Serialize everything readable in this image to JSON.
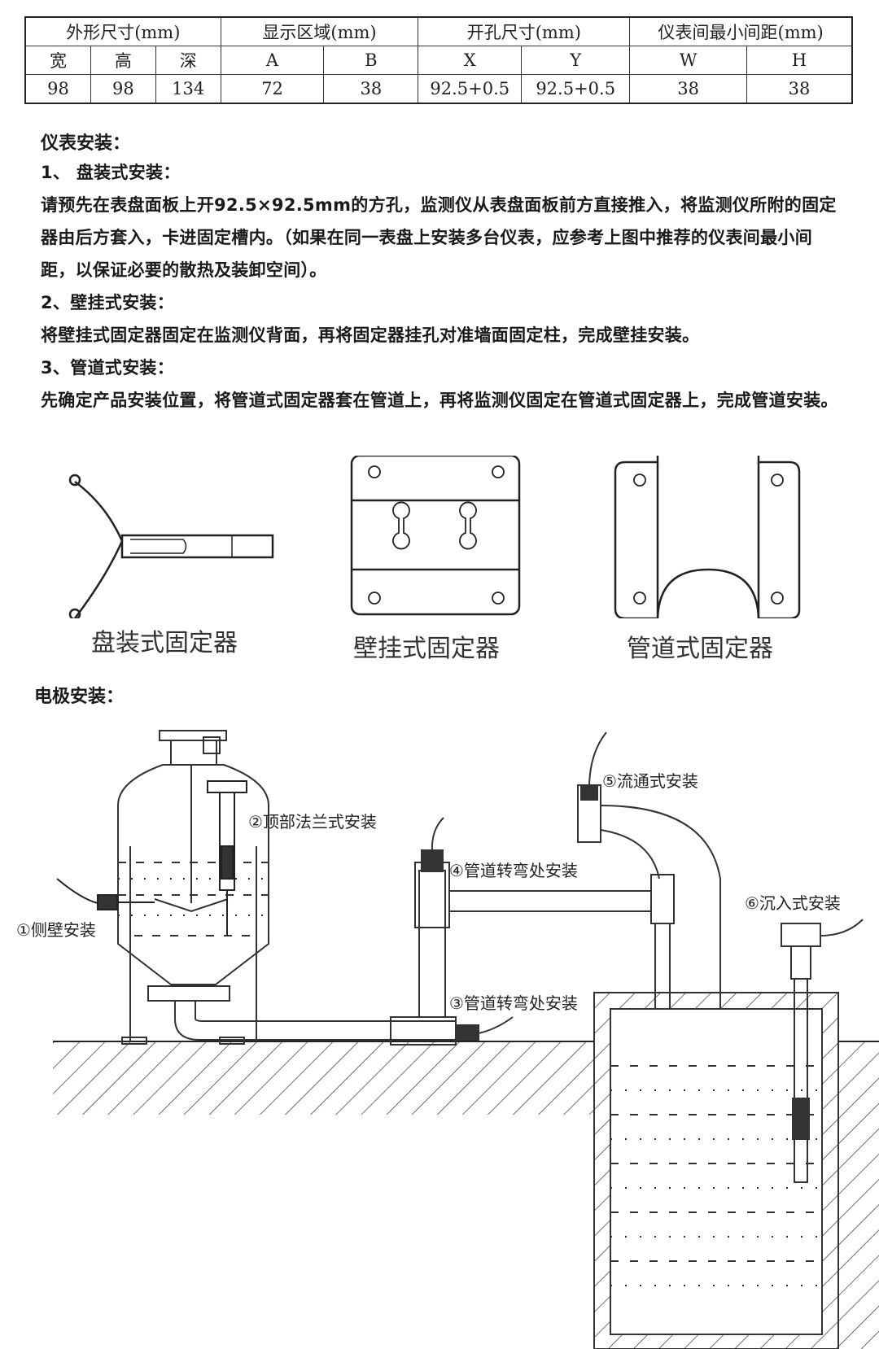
{
  "table": {
    "groups": [
      "外形尺寸(mm)",
      "显示区域(mm)",
      "开孔尺寸(mm)",
      "仪表间最小间距(mm)"
    ],
    "subheaders": [
      "宽",
      "高",
      "深",
      "A",
      "B",
      "X",
      "Y",
      "W",
      "H"
    ],
    "values": [
      "98",
      "98",
      "134",
      "72",
      "38",
      "92.5+0.5",
      "92.5+0.5",
      "38",
      "38"
    ]
  },
  "install": {
    "heading": "仪表安装：",
    "s1_title": "1、 盘装式安装：",
    "s1_text": "请预先在表盘面板上开92.5×92.5mm的方孔，监测仪从表盘面板前方直接推入，将监测仪所附的固定器由后方套入，卡进固定槽内。（如果在同一表盘上安装多台仪表，应参考上图中推荐的仪表间最小间距，以保证必要的散热及装卸空间）。",
    "s2_title": "2、壁挂式安装：",
    "s2_text": "将壁挂式固定器固定在监测仪背面，再将固定器挂孔对准墙面固定柱，完成壁挂安装。",
    "s3_title": "3、管道式安装：",
    "s3_text": "先确定产品安装位置，将管道式固定器套在管道上，再将监测仪固定在管道式固定器上，完成管道安装。"
  },
  "fixtures": {
    "panel": "盘装式固定器",
    "wall": "壁挂式固定器",
    "pipe": "管道式固定器"
  },
  "electrode": {
    "heading": "电极安装：",
    "labels": {
      "side": "①侧壁安装",
      "top": "②顶部法兰式安装",
      "bend3": "③管道转弯处安装",
      "bend4": "④管道转弯处安装",
      "flow": "⑤流通式安装",
      "immersion": "⑥沉入式安装"
    }
  }
}
